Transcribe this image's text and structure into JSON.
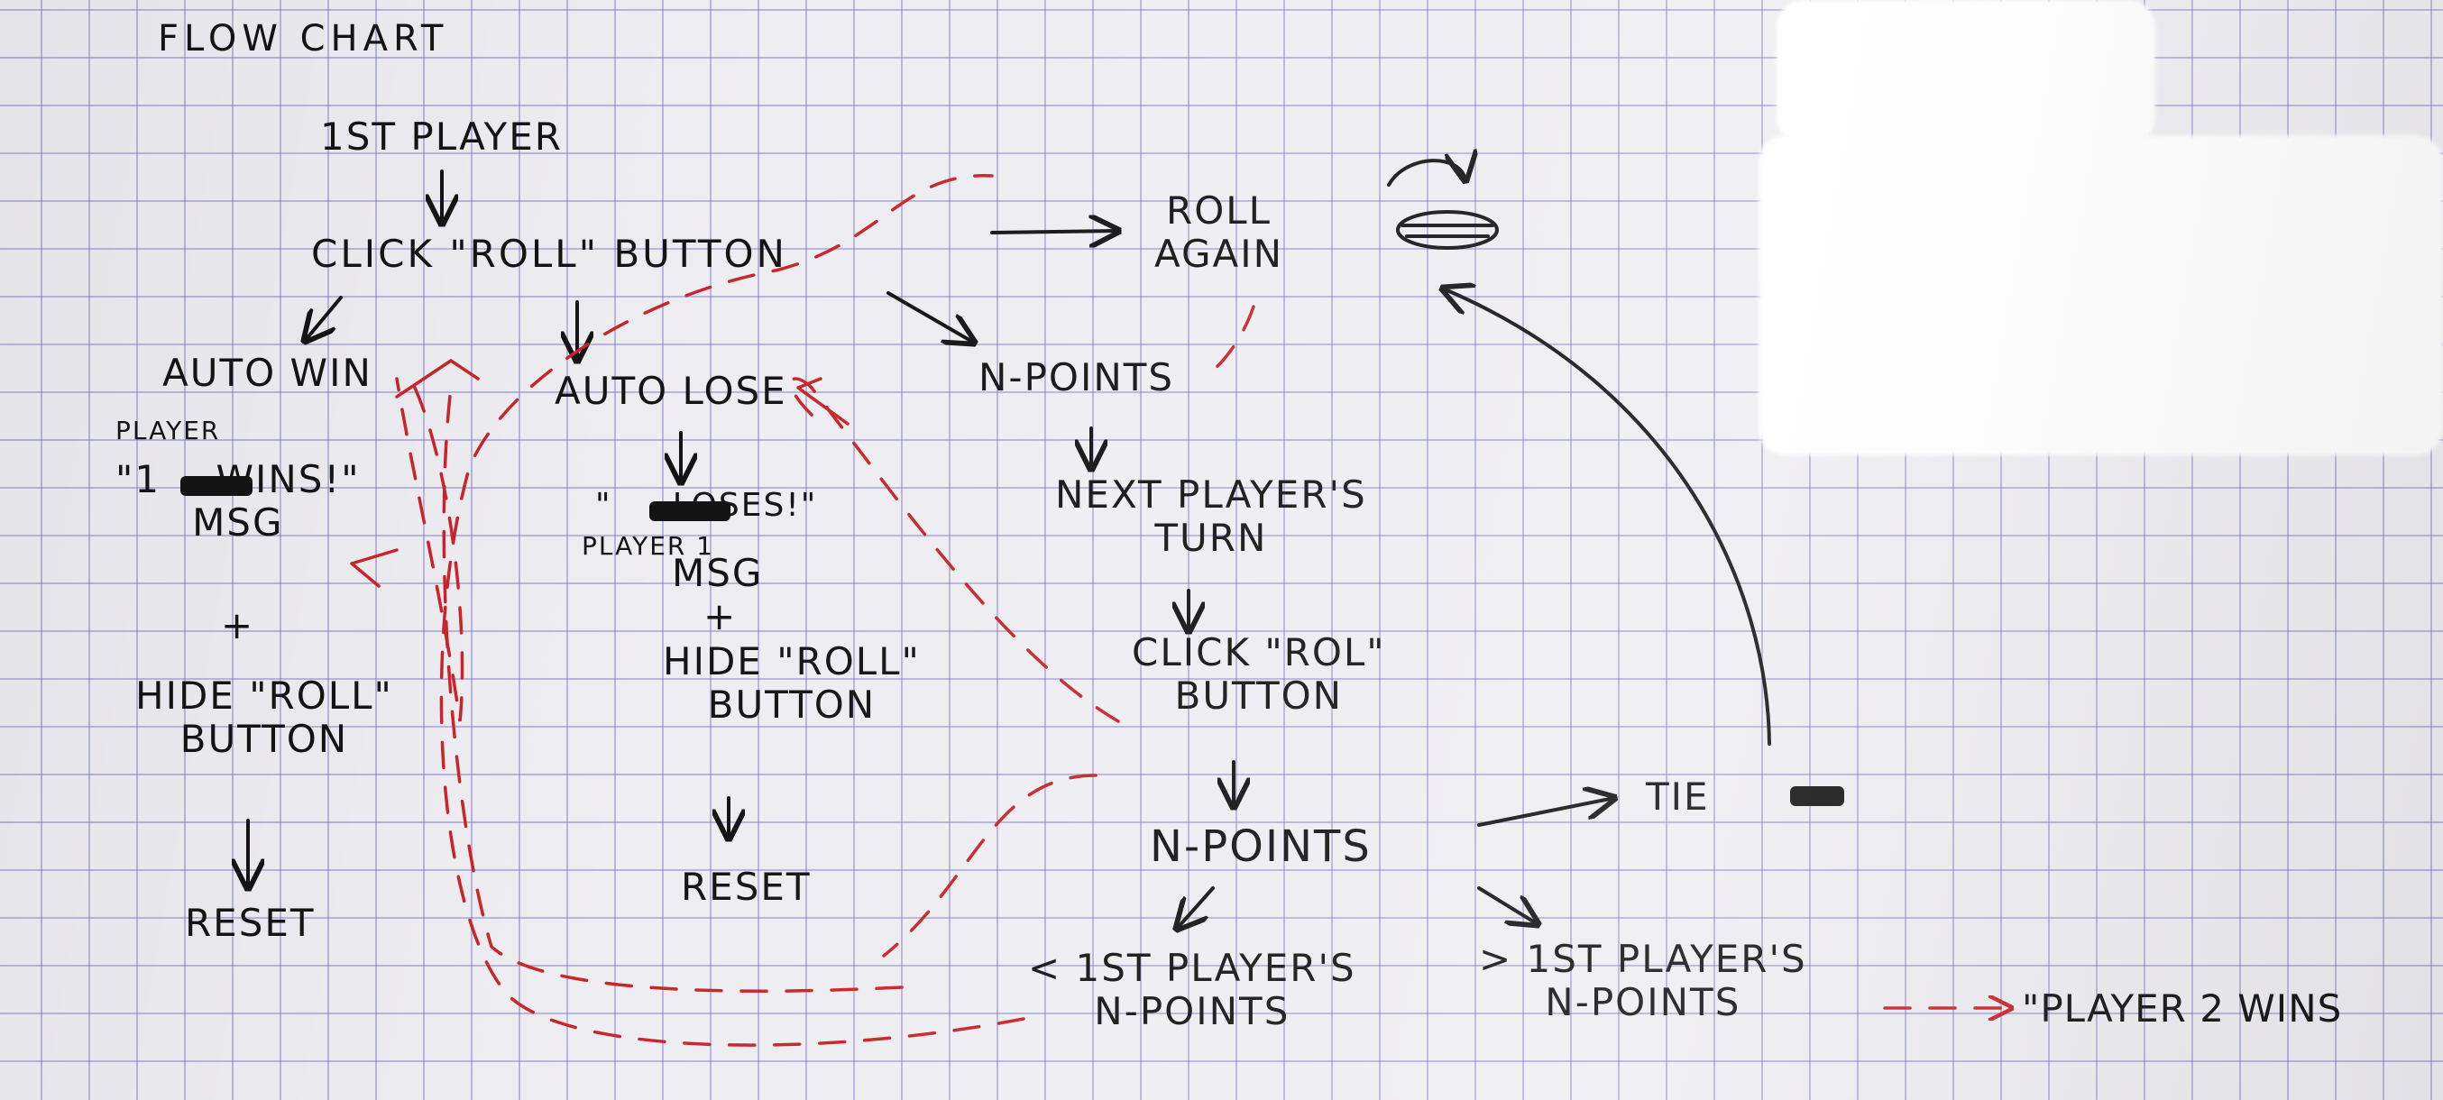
{
  "title": "FLOW CHART",
  "nodes": {
    "first_player": "1ST PLAYER",
    "click_roll": "CLICK \"ROLL\" BUTTON",
    "roll_again": "ROLL\nAGAIN",
    "auto_win": "AUTO WIN",
    "auto_win_player": "PLAYER",
    "auto_win_msg": "\"1    WINS!\"\nMSG",
    "auto_win_plus": "+",
    "auto_win_hide": "HIDE \"ROLL\"\nBUTTON",
    "auto_win_reset": "RESET",
    "auto_lose": "AUTO LOSE",
    "auto_lose_msg": "\"     LOSES!\"",
    "auto_lose_player": "PLAYER 1",
    "auto_lose_msg2": "MSG",
    "auto_lose_plus": "+",
    "auto_lose_hide": "HIDE \"ROLL\"\nBUTTON",
    "auto_lose_reset": "RESET",
    "n_points_1": "N-POINTS",
    "next_turn": "NEXT PLAYER'S\nTURN",
    "click_roll_2": "CLICK \"ROL\"\nBUTTON",
    "n_points_2": "N-POINTS",
    "tie": "TIE",
    "less_than": "< 1ST PLAYER'S\nN-POINTS",
    "greater_than": "> 1ST PLAYER'S\nN-POINTS",
    "player2_wins": "\"PLAYER 2 WINS"
  },
  "colors": {
    "ink": "#141414",
    "red_ink": "#c8262a",
    "grid": "#6e69be",
    "paper": "#eeedf1"
  }
}
